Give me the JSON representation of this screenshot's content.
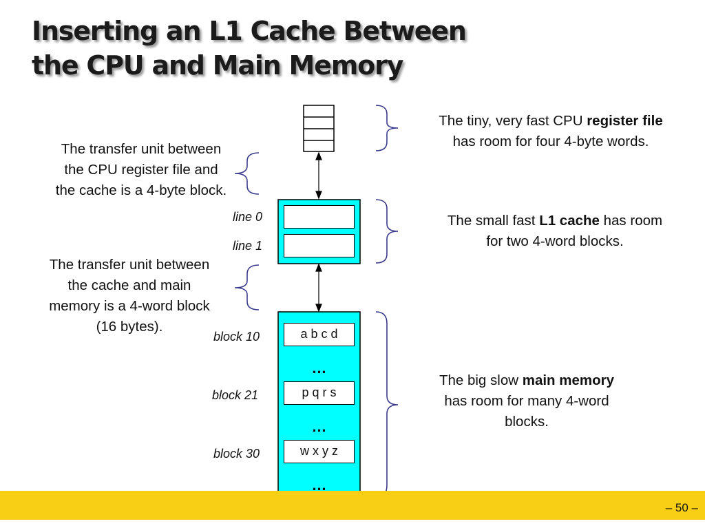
{
  "slide": {
    "title_line1": "Inserting an L1 Cache  Between",
    "title_line2": "the CPU and Main Memory",
    "page_number": "– 50 –"
  },
  "notes": {
    "register_file": {
      "pre": "The tiny, very fast CPU ",
      "bold": "register file",
      "post": "has room for four 4-byte words."
    },
    "transfer_reg_cache": {
      "line1": "The transfer unit between",
      "line2": "the CPU register file and",
      "line3": "the cache is a 4-byte block."
    },
    "l1_cache": {
      "pre": "The small fast ",
      "bold": "L1 cache",
      "mid": " has room",
      "post": "for two  4-word blocks."
    },
    "transfer_cache_mem": {
      "line1": "The transfer unit between",
      "line2": "the cache and main",
      "line3": "memory is a 4-word block",
      "line4": "(16 bytes)."
    },
    "main_memory": {
      "pre": "The big slow ",
      "bold": "main memory",
      "line2": "has room for many 4-word",
      "line3": "blocks."
    }
  },
  "cache": {
    "line0": "line 0",
    "line1": "line 1"
  },
  "memory": {
    "block10_label": "block 10",
    "block10_value": "a b c d",
    "block21_label": "block 21",
    "block21_value": "p q r s",
    "block30_label": "block 30",
    "block30_value": "w x y z",
    "ellipsis": "…"
  },
  "colors": {
    "cyan": "#00ffff",
    "footer": "#f9cf16",
    "bracket": "#3b3b8e"
  }
}
